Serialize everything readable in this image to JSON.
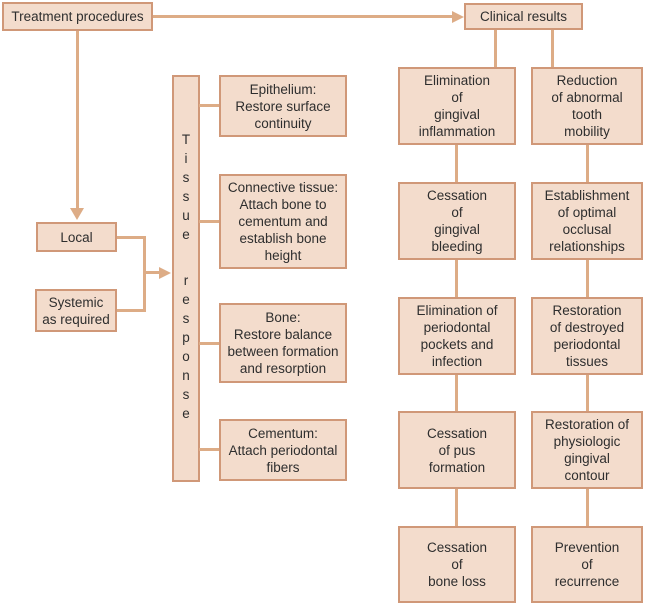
{
  "diagram": {
    "nodes": {
      "treatment_procedures": "Treatment procedures",
      "clinical_results": "Clinical results",
      "local": "Local",
      "systemic": "Systemic\nas required",
      "tissue_response": "Tissue response",
      "epithelium": "Epithelium:\nRestore surface\ncontinuity",
      "connective_tissue": "Connective tissue:\nAttach bone to\ncementum and\nestablish bone\nheight",
      "bone": "Bone:\nRestore balance\nbetween formation\nand resorption",
      "cementum": "Cementum:\nAttach periodontal\nfibers",
      "results_left": [
        "Elimination\nof\ngingival\ninflammation",
        "Cessation\nof\ngingival\nbleeding",
        "Elimination of\nperiodontal\npockets and\ninfection",
        "Cessation\nof pus\nformation",
        "Cessation\nof\nbone loss"
      ],
      "results_right": [
        "Reduction\nof abnormal\ntooth\nmobility",
        "Establishment\nof optimal\nocclusal\nrelationships",
        "Restoration\nof destroyed\nperiodontal\ntissues",
        "Restoration of\nphysiologic\ngingival\ncontour",
        "Prevention\nof\nrecurrence"
      ]
    },
    "colors": {
      "box_fill": "#f3dccc",
      "box_border": "#d09878",
      "connector": "#ddac86",
      "text": "#2e2e2e",
      "background": "#ffffff"
    }
  }
}
